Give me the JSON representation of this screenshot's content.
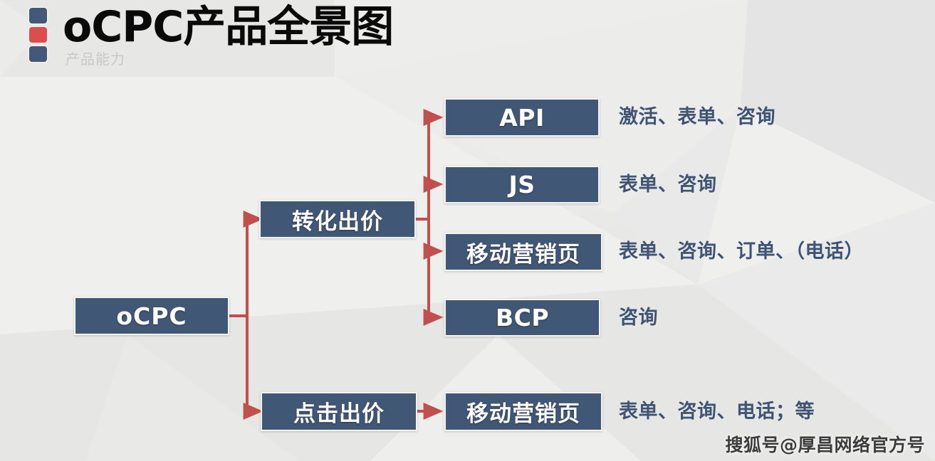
{
  "header": {
    "title": "oCPC产品全景图",
    "subtitle": "产品能力",
    "logo_blocks": [
      {
        "name": "block-top",
        "color": "#44597a"
      },
      {
        "name": "block-middle",
        "color": "#dc4d4d"
      },
      {
        "name": "block-bottom",
        "color": "#44597a"
      }
    ]
  },
  "colors": {
    "node_fill": "#415776",
    "node_text": "#ffffff",
    "connector": "#c0504d",
    "annotation_text": "#3f5472",
    "background": "#ebebea",
    "accent_red": "#dc4d4d",
    "accent_blue": "#44597a"
  },
  "diagram": {
    "root": {
      "label": "oCPC"
    },
    "branches": [
      {
        "label": "转化出价",
        "children": [
          {
            "label": "API",
            "annotation": "激活、表单、咨询"
          },
          {
            "label": "JS",
            "annotation": "表单、咨询"
          },
          {
            "label": "移动营销页",
            "annotation": "表单、咨询、订单、（电话）"
          },
          {
            "label": "BCP",
            "annotation": "咨询"
          }
        ]
      },
      {
        "label": "点击出价",
        "children": [
          {
            "label": "移动营销页",
            "annotation": "表单、咨询、电话；等"
          }
        ]
      }
    ]
  },
  "watermark": {
    "text": "搜狐号@厚昌网络官方号"
  }
}
